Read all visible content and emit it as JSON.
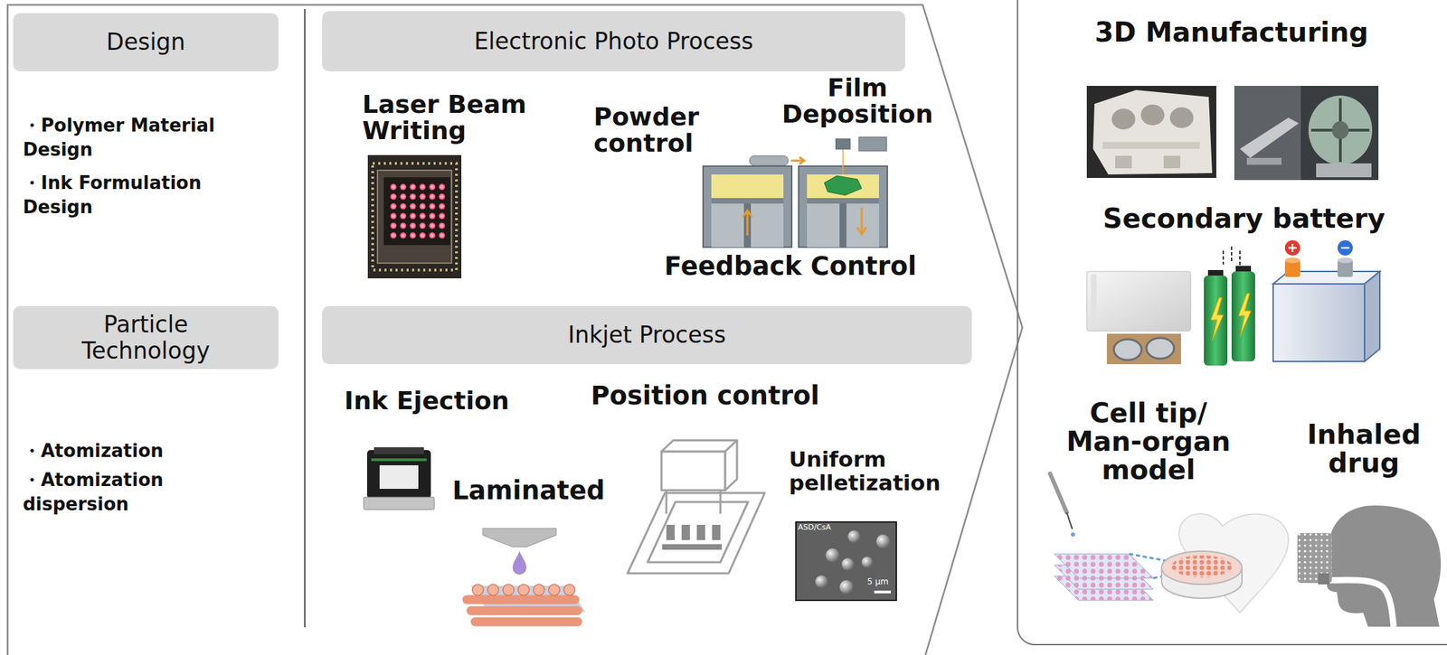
{
  "diagram": {
    "nodes": [
      {
        "text": [
          "Design"
        ]
      },
      {
        "text": [
          "Electronic Photo Process"
        ]
      },
      {
        "text": [
          "Particle Technology"
        ]
      },
      {
        "text": [
          "Inkjet Process"
        ]
      },
      {
        "text": [
          "3D Manufacturing",
          "Secondary battery",
          "Cell tip/ Man-organ model",
          "Inhaled drug"
        ]
      }
    ],
    "labels": [
      "・Polymer Material Design",
      "・Ink Formulation Design",
      "・Atomization",
      "・Atomization dispersion",
      "Laser Beam Writing",
      "Powder control",
      "Film Deposition",
      "Feedback Control",
      "Ink Ejection",
      "Position control",
      "Laminated",
      "Uniform pelletization",
      "ASD/CsA",
      "5 μm"
    ]
  }
}
